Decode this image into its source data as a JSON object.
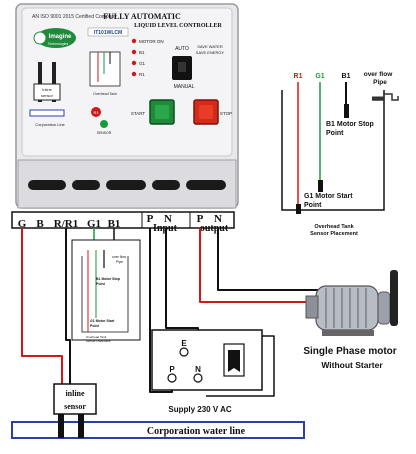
{
  "controller": {
    "iso_text": "AN ISO 9001 2015 Certified Company",
    "title_line1": "FULLY AUTOMATIC",
    "title_line2": "LIQUID LEVEL CONTROLLER",
    "brand_name": "Imagine",
    "brand_sub": "Technologies",
    "model": "IT101WLCM",
    "leds": [
      "MOTOR ON",
      "B1",
      "G1",
      "R1"
    ],
    "auto_label": "AUTO",
    "manual_label": "MANUAL",
    "save_text_1": "SAVE WATER",
    "save_text_2": "SAVE ENERGY",
    "start_label": "START",
    "stop_label": "STOP",
    "inline_label_1": "Inline",
    "inline_label_2": "sensor",
    "corp_line_label": "Corporation Line",
    "sensor_r1": "R1",
    "sensor_label": "SENSOR",
    "overhead_tank_label": "Overhead Tank"
  },
  "terminals": {
    "labels": [
      "G",
      "B",
      "R/R1",
      "G1",
      "B1",
      "P",
      "N",
      "P",
      "N"
    ],
    "input_label": "Input",
    "output_label": "output"
  },
  "tank_diagram": {
    "wire_r1": "R1",
    "wire_g1": "G1",
    "wire_b1": "B1",
    "overflow_label_1": "over flow",
    "overflow_label_2": "Pipe",
    "b1_label_1": "B1 Motor Stop",
    "b1_label_2": "Point",
    "g1_label_1": "G1 Motor Start",
    "g1_label_2": "Point",
    "placement_label_1": "Overhead Tank",
    "placement_label_2": "Sensor Placement"
  },
  "mini_tank": {
    "b1_label_1": "B1 Motor Stop",
    "b1_label_2": "Point",
    "g1_label_1": "G1 Motor Start",
    "g1_label_2": "Point",
    "overflow": "over flow",
    "pipe": "Pipe",
    "placement_1": "Overhead Tank",
    "placement_2": "Sensor Placement"
  },
  "supply_box": {
    "e_label": "E",
    "p_label": "P",
    "n_label": "N",
    "supply_label": "Supply 230 V AC"
  },
  "motor": {
    "label_1": "Single Phase motor",
    "label_2": "Without Starter"
  },
  "inline_sensor": {
    "label_1": "inline",
    "label_2": "sensor"
  },
  "corporation": {
    "label": "Corporation water line"
  },
  "colors": {
    "red_wire": "#d01818",
    "green_wire": "#1a9a3a",
    "black_wire": "#111111",
    "start_button": "#1f8a3a",
    "stop_button": "#d42a1a",
    "pipe_blue": "#2a3fa8"
  }
}
